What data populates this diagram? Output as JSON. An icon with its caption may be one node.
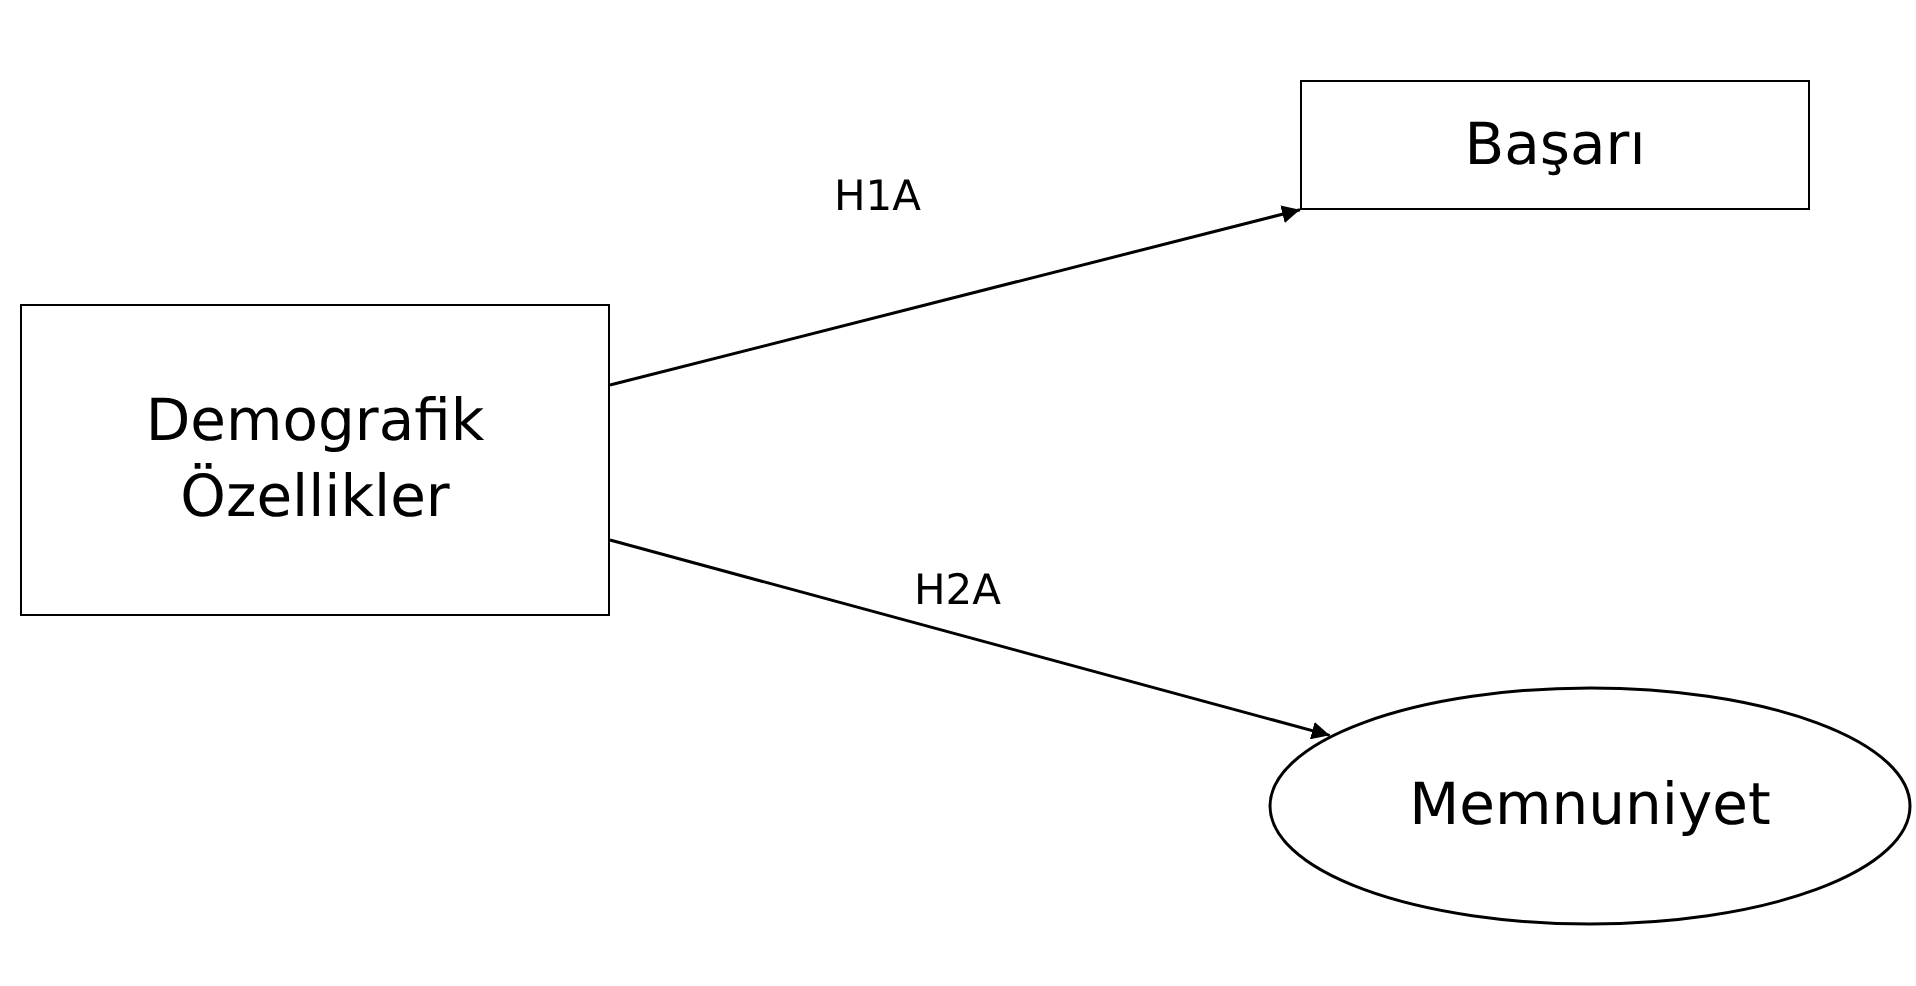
{
  "diagram": {
    "nodes": [
      {
        "text": [
          "Demografik Özellikler"
        ]
      },
      {
        "text": [
          "Başarı"
        ]
      },
      {
        "text": [
          "Memnuniyet"
        ]
      }
    ],
    "edges": [
      {
        "from": 0,
        "to": 1,
        "arrow": "to",
        "label": "H1A"
      },
      {
        "from": 0,
        "to": 2,
        "arrow": "to",
        "label": "H2A"
      }
    ]
  }
}
